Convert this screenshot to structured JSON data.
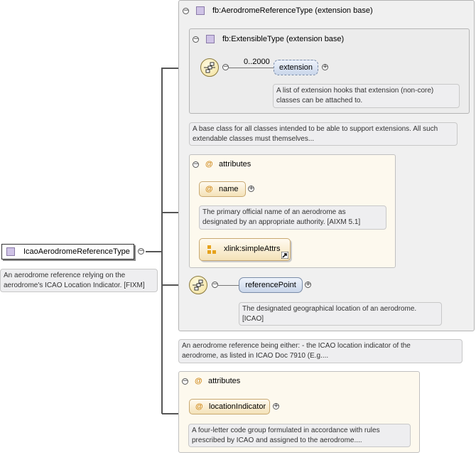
{
  "root": {
    "name": "IcaoAerodromeReferenceType",
    "doc": [
      "An aerodrome reference relying on the",
      "aerodrome's ICAO Location Indicator. [FIXM]"
    ]
  },
  "outer_type": {
    "label": "fb:AerodromeReferenceType (extension base)",
    "doc": [
      "An aerodrome reference being either: - the ICAO location indicator of the",
      "aerodrome, as listed in ICAO Doc 7910 (E.g...."
    ]
  },
  "extensible_type": {
    "label": "fb:ExtensibleType (extension base)",
    "cardinality": "0..2000",
    "element": "extension",
    "element_doc": [
      "A list of extension hooks that extension (non-core)",
      "classes can be attached to."
    ],
    "doc": [
      "A base class for all classes intended to be able to support extensions. All such",
      "extendable classes must themselves..."
    ]
  },
  "attributes_inner": {
    "label": "attributes",
    "symbol": "@",
    "name_attr": "name",
    "name_doc": [
      "The primary official name of an aerodrome as",
      "designated by an appropriate authority. [AIXM 5.1]"
    ],
    "group": "xlink:simpleAttrs"
  },
  "reference_point": {
    "element": "referencePoint",
    "doc": [
      "The designated geographical location of an aerodrome.",
      "[ICAO]"
    ]
  },
  "attributes_outer": {
    "label": "attributes",
    "symbol": "@",
    "attr": "locationIndicator",
    "doc": [
      "A four-letter code group formulated in accordance with rules",
      "prescribed by ICAO and assigned to the aerodrome...."
    ]
  },
  "symbols": {
    "minus": "−",
    "plus": "+"
  },
  "colors": {
    "type_square": "#cfc3e6",
    "attribute": "#d08a1c",
    "element_fill": "#c9d6ea",
    "attr_fill": "#f4e2b8"
  }
}
